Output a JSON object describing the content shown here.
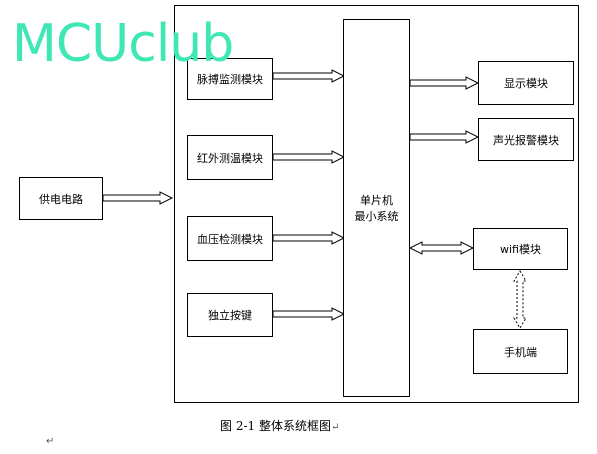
{
  "watermark": "MCUclub",
  "power": "供电电路",
  "left_modules": [
    "脉搏监测模块",
    "红外测温模块",
    "血压检测模块",
    "独立按键"
  ],
  "mcu": {
    "line1": "单片机",
    "line2": "最小系统"
  },
  "right_modules": [
    "显示模块",
    "声光报警模块",
    "wifi模块"
  ],
  "phone": "手机端",
  "caption": "图 2-1 整体系统框图",
  "para_mark": "↵"
}
